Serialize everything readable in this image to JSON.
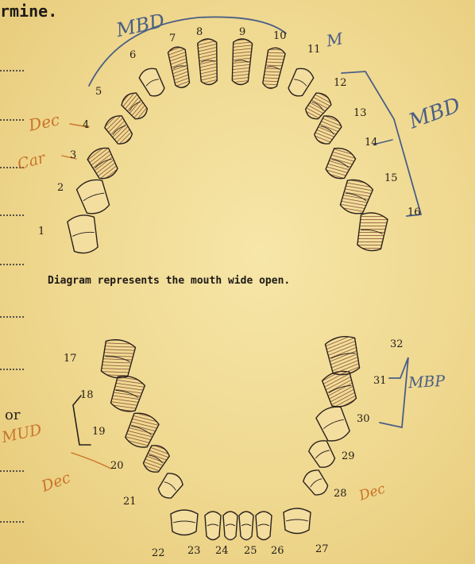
{
  "header": {
    "fragment": "rmine."
  },
  "caption": "Diagram represents the mouth wide open.",
  "left_fragment": "or",
  "upper_numbers": [
    "1",
    "2",
    "3",
    "4",
    "5",
    "6",
    "7",
    "8",
    "9",
    "10",
    "11",
    "12",
    "13",
    "14",
    "15",
    "16"
  ],
  "lower_numbers": [
    "17",
    "18",
    "19",
    "20",
    "21",
    "22",
    "23",
    "24",
    "25",
    "26",
    "27",
    "28",
    "29",
    "30",
    "31",
    "32"
  ],
  "annotations": {
    "upper_left_bracket": "MBD",
    "upper_right_m": "M",
    "upper_right_bracket": "MBD",
    "lower_right_bracket": "MBP",
    "lower_left_bracket": "MUD",
    "dec_1": "Dec",
    "car": "Car",
    "dec_2": "Dec",
    "dec_3": "Dec"
  }
}
